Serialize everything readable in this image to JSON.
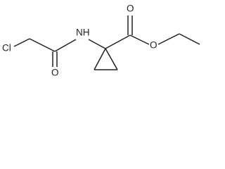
{
  "structure": {
    "atom_labels": {
      "chlorine": "Cl",
      "amide_nitrogen": "NH",
      "amide_oxygen": "O",
      "carbonyl_oxygen": "O",
      "ester_oxygen": "O"
    },
    "colors": {
      "ink": "#231f20",
      "background": "#ffffff"
    }
  }
}
